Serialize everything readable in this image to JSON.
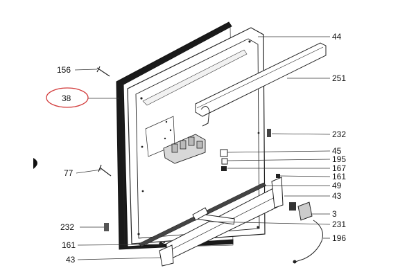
{
  "diagram": {
    "highlight_color": "#d23a3a",
    "labels": {
      "p156": "156",
      "p38": "38",
      "p77": "77",
      "p232a": "232",
      "p161a": "161",
      "p43a": "43",
      "p44": "44",
      "p251": "251",
      "p232b": "232",
      "p45": "45",
      "p195": "195",
      "p167": "167",
      "p161b": "161",
      "p49": "49",
      "p43b": "43",
      "p3": "3",
      "p231": "231",
      "p196": "196"
    }
  }
}
